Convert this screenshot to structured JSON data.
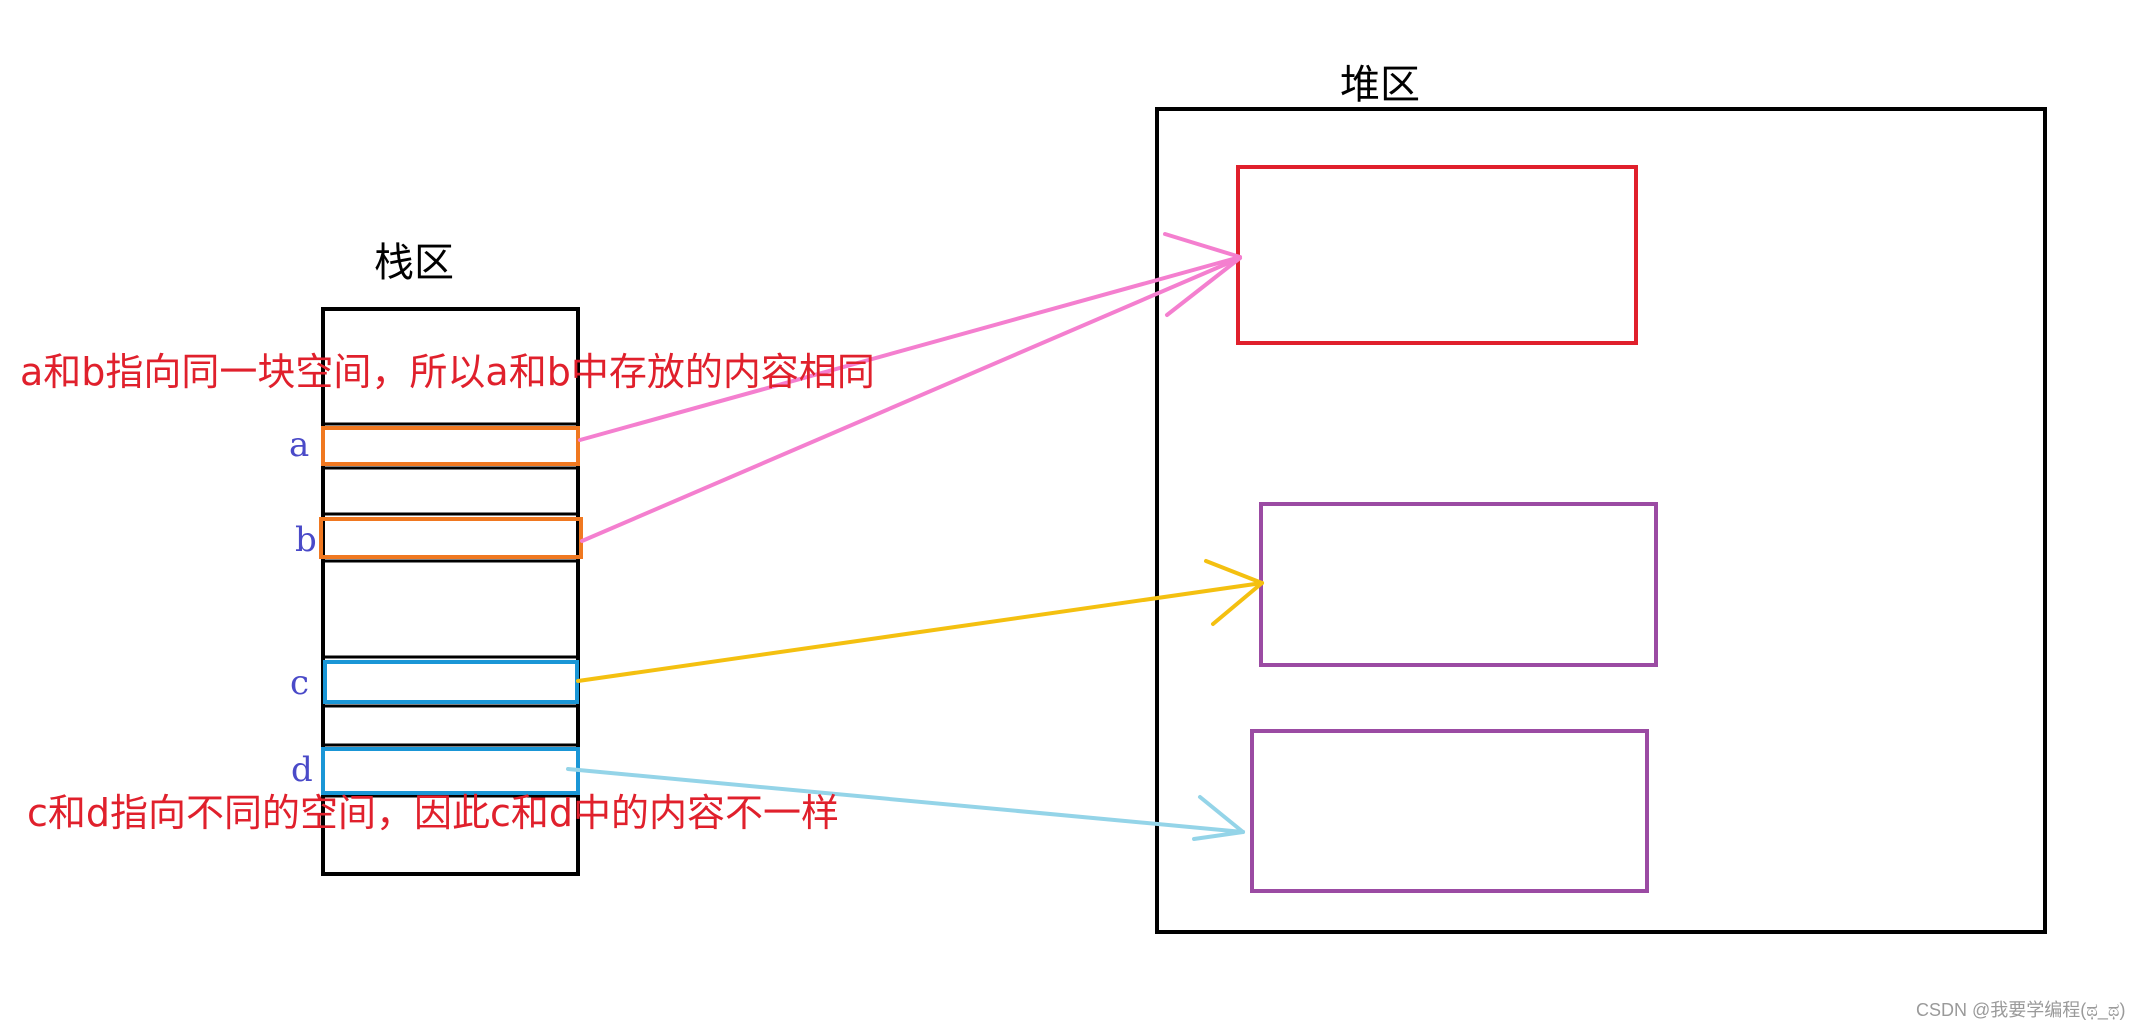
{
  "labels": {
    "heap_title": "堆区",
    "stack_title": "栈区",
    "var_a": "a",
    "var_b": "b",
    "var_c": "c",
    "var_d": "d",
    "note_ab": "a和b指向同一块空间，所以a和b中存放的内容相同",
    "note_cd": "c和d指向不同的空间，因此c和d中的内容不一样",
    "watermark": "CSDN @我要学编程(ಥ_ಥ)"
  },
  "colors": {
    "frame": "#000000",
    "red_box": "#e0202c",
    "purple_box": "#9b4ba3",
    "orange_slot": "#f07820",
    "blue_slot": "#1a96d6",
    "pink_arrow": "#f47fcf",
    "yellow_arrow": "#f4c010",
    "lightblue_arrow": "#94d4e8",
    "var_label": "#4a4ac8",
    "note_text": "#e0202c",
    "watermark": "#9a9a9a"
  }
}
